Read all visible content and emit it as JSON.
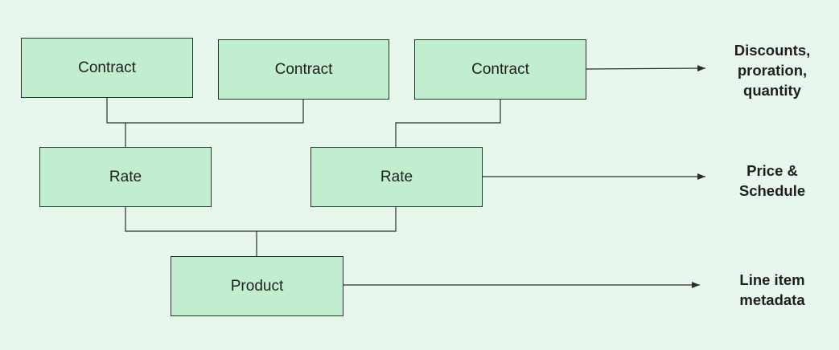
{
  "diagram": {
    "nodes": {
      "contract_1": "Contract",
      "contract_2": "Contract",
      "contract_3": "Contract",
      "rate_1": "Rate",
      "rate_2": "Rate",
      "product": "Product"
    },
    "annotations": {
      "contract": [
        "Discounts,",
        "proration,",
        "quantity"
      ],
      "rate": [
        "Price &",
        "Schedule"
      ],
      "product": [
        "Line item",
        "metadata"
      ]
    },
    "edges": [
      {
        "from": "contract_1",
        "to": "rate_1"
      },
      {
        "from": "contract_2",
        "to": "rate_1"
      },
      {
        "from": "contract_3",
        "to": "rate_2"
      },
      {
        "from": "rate_1",
        "to": "product"
      },
      {
        "from": "rate_2",
        "to": "product"
      }
    ],
    "colors": {
      "background": "#e8f7ec",
      "node_fill": "#c2eed0",
      "stroke": "#2d2d2d"
    }
  }
}
